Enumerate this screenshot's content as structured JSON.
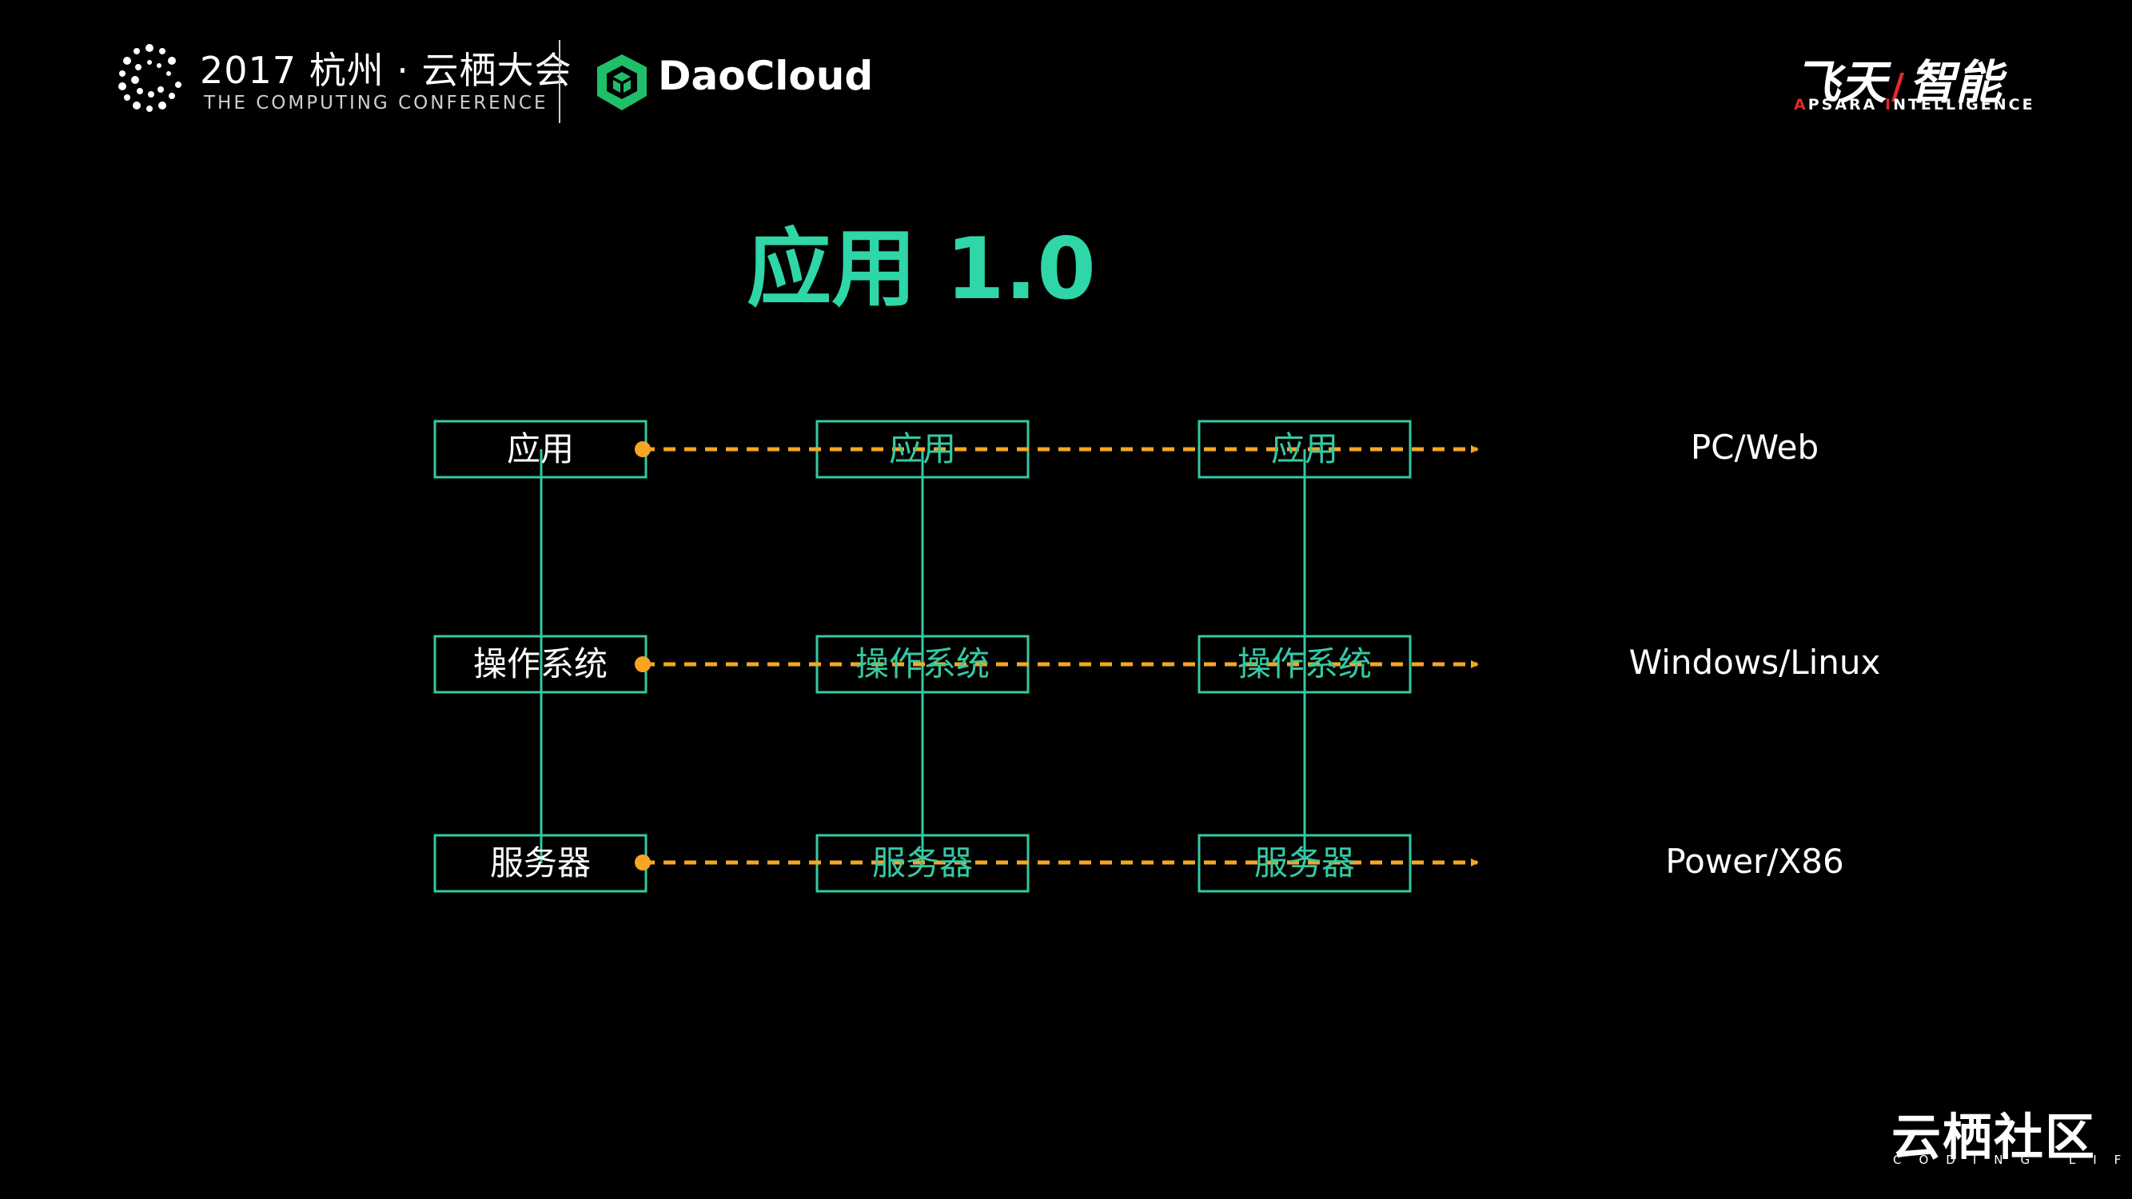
{
  "header": {
    "conference_title": "2017 杭州 · 云栖大会",
    "conference_subtitle": "THE COMPUTING CONFERENCE",
    "sponsor_name": "DaoCloud",
    "brand_main_left": "飞天",
    "brand_slash": "/",
    "brand_main_right": "智能",
    "brand_sub_a": "A",
    "brand_sub_psara": "PSARA ",
    "brand_sub_i": "I",
    "brand_sub_ntelligence": "NTELLIGENCE"
  },
  "slide": {
    "title": "应用 1.0"
  },
  "diagram": {
    "columns": [
      {
        "labels": [
          "应用",
          "操作系统",
          "服务器"
        ]
      },
      {
        "labels": [
          "应用",
          "操作系统",
          "服务器"
        ]
      },
      {
        "labels": [
          "应用",
          "操作系统",
          "服务器"
        ]
      }
    ],
    "right_labels": [
      "PC/Web",
      "Windows/Linux",
      "Power/X86"
    ]
  },
  "footer": {
    "community_name": "云栖社区",
    "community_tagline": "CODING LIFE"
  },
  "colors": {
    "accent_teal": "#2ed6a8",
    "box_border": "#35c9a3",
    "arrow_orange": "#f5a623",
    "brand_red": "#e4282d"
  }
}
